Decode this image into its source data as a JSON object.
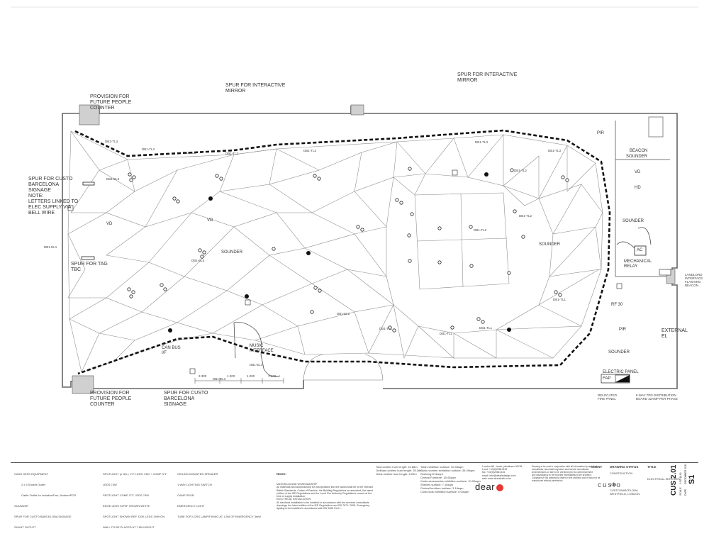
{
  "labels": {
    "spur_mirror_left": "SPUR FOR INTERACTIVE\nMIRROR",
    "spur_mirror_right": "SPUR FOR INTERACTIVE\nMIRROR",
    "provision_top": "PROVISION FOR\nFUTURE PEOPLE\nCOUNTER",
    "provision_bottom": "PROVISION FOR\nFUTURE PEOPLE\nCOUNTER",
    "spur_custo_left": "SPUR FOR CUSTO\nBARCELONA\nSIGNAGE\nNOTE:\nLETTERS LINKED TO\nELEC SUPPLY VIA\nBELL WIRE",
    "spur_custo_bottom": "SPUR FOR CUSTO\nBARCELONA\nSIGNAGE",
    "spur_tag": "SPUR FOR TAG\nTBC",
    "music_interface": "MUSIC\nINTERFACE",
    "can_bus": "CAN BUS\nI/F",
    "sounder_mid": "SOUNDER",
    "sounder_right1": "SOUNDER",
    "sounder_right2": "SOUNDER",
    "sounder_bottom": "SOUNDER",
    "sounder_main": "SOUNDER",
    "beacon": "BEACON",
    "mech_relay": "MECHANICAL\nRELAY",
    "landlord": "LANDLORD\nINTERFACE\nFLASHING\nBEACON",
    "external_el": "EXTERNAL\nEL",
    "electric_panel": "ELECTRIC PANEL",
    "fap": "FAP",
    "relocated_fire": "RELOCATED\nFIRE PANEL",
    "tph": "8 WAY TPN DISTRIBUTION\nBOARD 32AMP PER PHASE",
    "pir1": "PIR",
    "pir2": "PIR",
    "vd1": "VD",
    "vd2": "VD",
    "vd3": "VD",
    "hd": "HD",
    "ac": "AC",
    "rf30": "RF 30",
    "db_codes": [
      "DB1-TL3",
      "DB1-TL3",
      "DB1-TL3",
      "DB1-TL3",
      "DB1-TL3",
      "DB1-TL3",
      "DB1-TL3",
      "DB1-TL2",
      "DB1-TL2",
      "DB1-TL2",
      "DB1-TL1",
      "DB1-TL1",
      "DB1-TL1",
      "DB1-EL3",
      "DB1-EL2",
      "DB1-EL3",
      "DB1-EL1",
      "DB1-EL1",
      "DB1-TL1",
      "DB1-EL3"
    ],
    "dims": [
      "3.300",
      "1.200",
      "1.200",
      "1.200"
    ]
  },
  "legend": {
    "col1": [
      "CASH DESK EQUIPMENT",
      "2 x 4 Socket Outlet",
      "Cable Outlet for Isolation/Fan, Modem/POS",
      "SOUNDER",
      "SPUR FOR CUSTO BARCELONA SIGNAGE",
      "SHUNT OUTLET"
    ],
    "col2": [
      "SPOTLIGHT (x NO.) 1\"2\" LEDS 74W + COMP 3\"1\"",
      "LEDS 74W",
      "SPOTLIGHT COMP 3\"1\" LEDS 74W",
      "EDGE LEDS STRIP SHOWN WHITE",
      "SPOTLIGHT SHOWN REF. DGK LEDS 1999 ON",
      "WALL TO BE PLACED AT 7.5M HEIGHT"
    ],
    "col3": [
      "CEILING MOUNTED SPEAKER",
      "1 WAY LIGHTING SWITCH",
      "CAMP SPUR",
      "EMERGENCY LIGHT",
      "TUBE FOR LOSS LAMP/FIXING AT 1.5M OF EMERGENCY 3mW"
    ]
  },
  "notes": {
    "title": "Notes:",
    "body": "MATERIALS AND WORKMANSHIP\nAll materials and workmanship for incorporation into the works shall be to the relevant\nBritish Standards, Codes of Practice, the Building Regulations as amended, the latest\nedition of the IEE Regulations and the Local Fire Authority Regulations current at the\ntime of supply installation.\nELECTRICAL INSTALLATION\nAll electrical installation to be installed in accordance with the services consultants\ndrawings, the latest edition of the IEE Regulations and BS 7671: 2008. Emergency\nlighting to be installed in accordance with BS 5266 Part 1."
  },
  "lengths": {
    "a": "Total clothes hum length: 42.88m\nOrdinary clothes hum length: 35.36m\nOdds clothes hum length: 5.29m",
    "b": "Total exhibition surface: 10.45sqm\nCusto women exhibition surface: 35.49sqm\nShelving:8.16sqm\nCentral Furniture: 18.43sqm\nCusto accessories exhibition surface: 10.09sqm\nShelves surface: 7.16sqm\nCentral furniture surface: 3.16sqm\nCusto kids exhibition surface: 0.00sqm"
  },
  "company": {
    "logo": "dear",
    "address": "London N6 - trade: ptestinaro 00018\nLond: +44(0)20810115\nfax: +44(0)20810116\nemail: info@detailsdesign.com\nweb: www.dearstudio.com",
    "disclaimer": "Drawing to be read in conjunction with all information by architect,\nconsultants, structural engineers and service consultants.\nAll dimensions on site to be checked prior to commencement.\nAny discrepancy to be reported immediately to the architect.\nCopyright of this drawing is vested in the architect and it must not be\nreproduced without permission."
  },
  "client": {
    "title": "CLIENT",
    "logo": "custo"
  },
  "status": {
    "title": "DRAWING STATUS",
    "value": "CONSTRUCTION",
    "job_title": "JOB",
    "job": "CUSTO BARCELONA\nWESTFIELD, LONDON"
  },
  "drawing_title": {
    "title": "TITLE",
    "value": "ELECTRICAL SERVICES"
  },
  "drawing_no": {
    "number": "CUS 2.01",
    "scale": "SCALE",
    "scale_val": "1:50 @ A1",
    "date_label": "DATE",
    "date": "DECEMBER 2011",
    "rev": "S1"
  }
}
